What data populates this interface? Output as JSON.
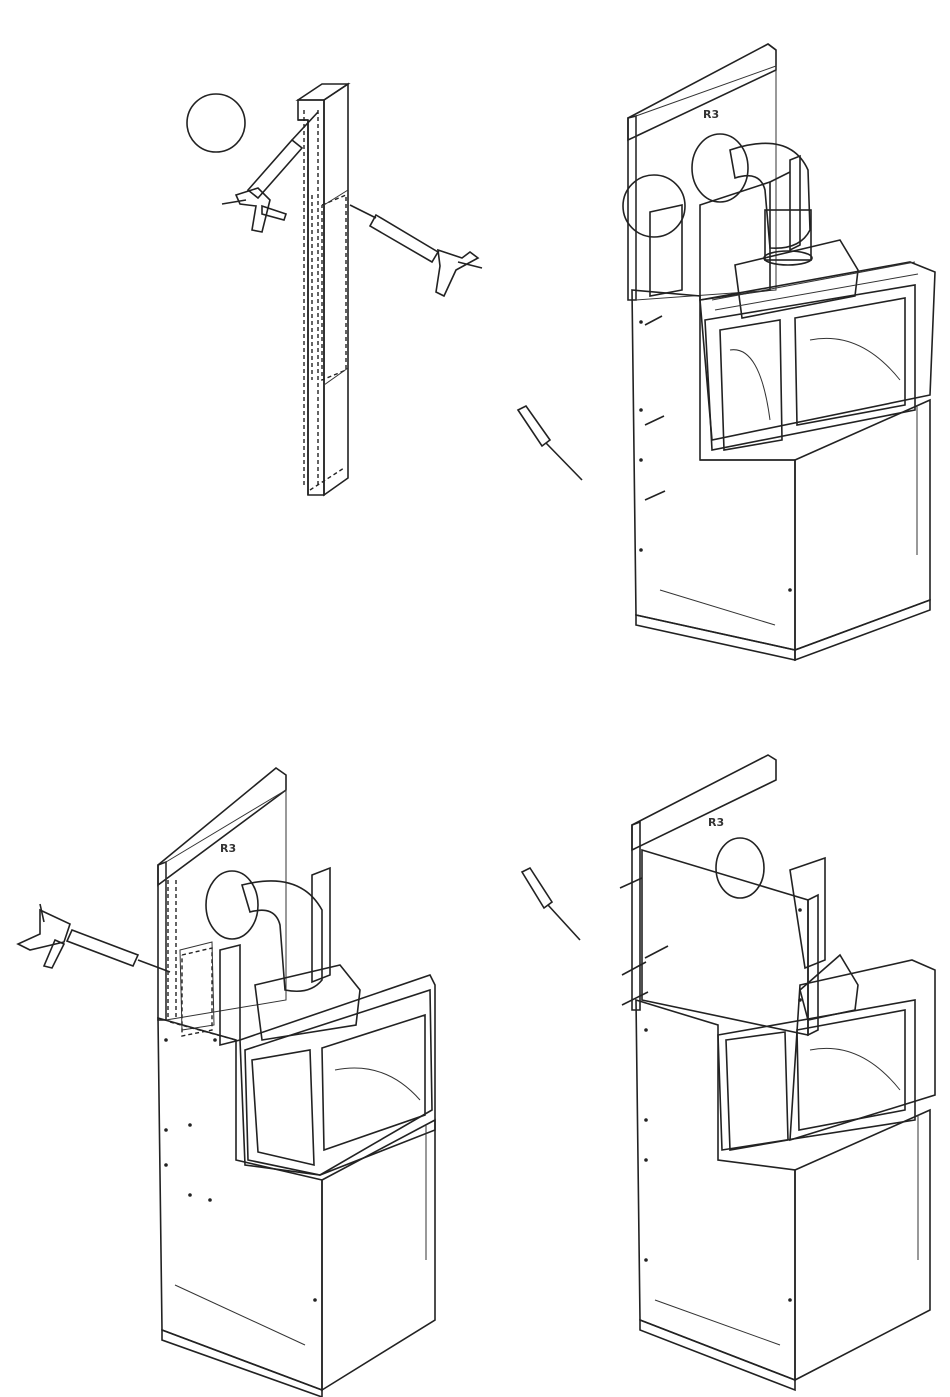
{
  "panel_labels": {
    "step2": "R3",
    "step3": "R3",
    "step4": "R3"
  },
  "colors": {
    "line": "#222222",
    "panel_light": "#f4f4f4",
    "panel_mid": "#d9d9d9",
    "panel_dark": "#9a9a9a",
    "glass": "#e6e6e6"
  },
  "icons": [
    "caulk-gun-icon",
    "screwdriver-icon",
    "screw-icon",
    "detail-circle-icon"
  ]
}
